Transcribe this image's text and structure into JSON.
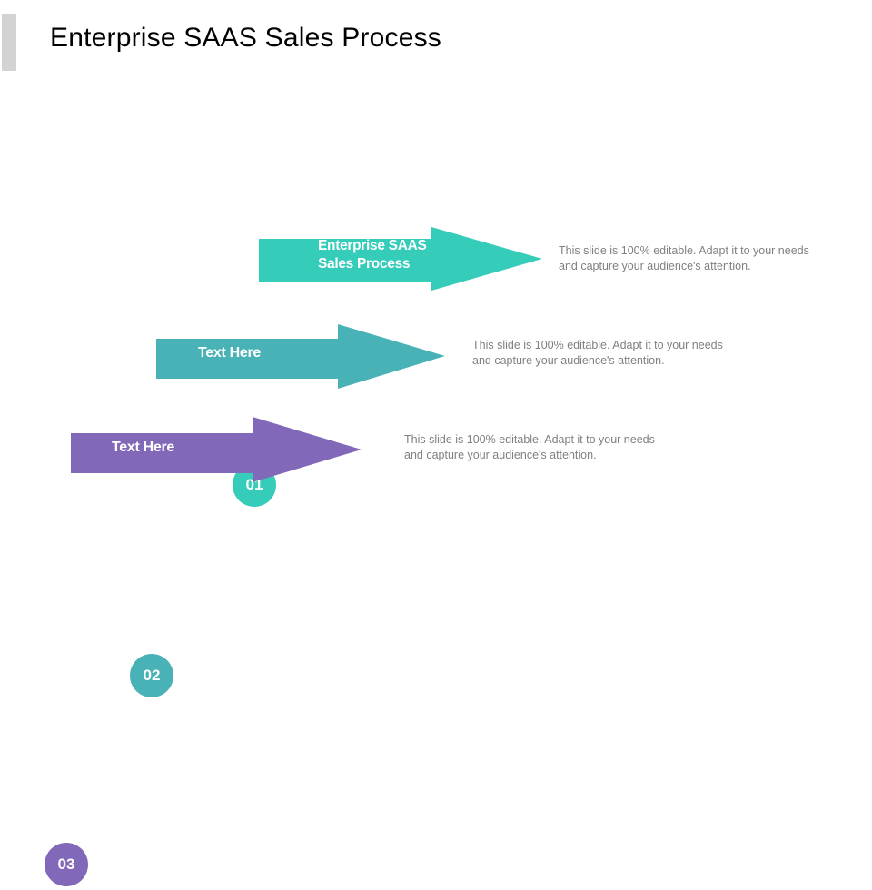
{
  "slide": {
    "title": "Enterprise SAAS Sales Process",
    "background_color": "#ffffff",
    "accent_bar_color": "#d3d3d3"
  },
  "steps": [
    {
      "number": "01",
      "label": "Enterprise SAAS Sales Process",
      "description": "This slide is 100% editable. Adapt it to your needs and capture your audience's attention.",
      "color": "#35ccb9"
    },
    {
      "number": "02",
      "label": "Text Here",
      "description": "This slide is 100% editable. Adapt it to your needs and capture your audience's attention.",
      "color": "#49b2b6"
    },
    {
      "number": "03",
      "label": "Text Here",
      "description": "This slide is 100% editable. Adapt it to your needs and capture your audience's attention.",
      "color": "#8268b8"
    }
  ]
}
